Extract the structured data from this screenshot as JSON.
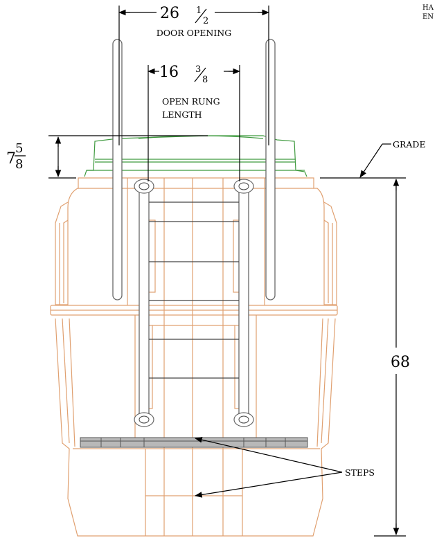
{
  "diagram": {
    "dimensions": {
      "door_opening": {
        "whole": "26",
        "num": "1",
        "den": "2",
        "label": "DOOR OPENING"
      },
      "open_rung": {
        "whole": "16",
        "num": "3",
        "den": "8",
        "label_line1": "OPEN RUNG",
        "label_line2": "LENGTH"
      },
      "riser": {
        "whole": "7",
        "num": "5",
        "den": "8"
      },
      "depth": {
        "value": "68"
      }
    },
    "callouts": {
      "grade": "GRADE",
      "steps": "STEPS",
      "corner_line1": "HA",
      "corner_line2": "EN"
    },
    "colors": {
      "body": "#e0a070",
      "riser": "#3f9a3f",
      "ladder": "#666666",
      "dimension": "#000000"
    }
  }
}
